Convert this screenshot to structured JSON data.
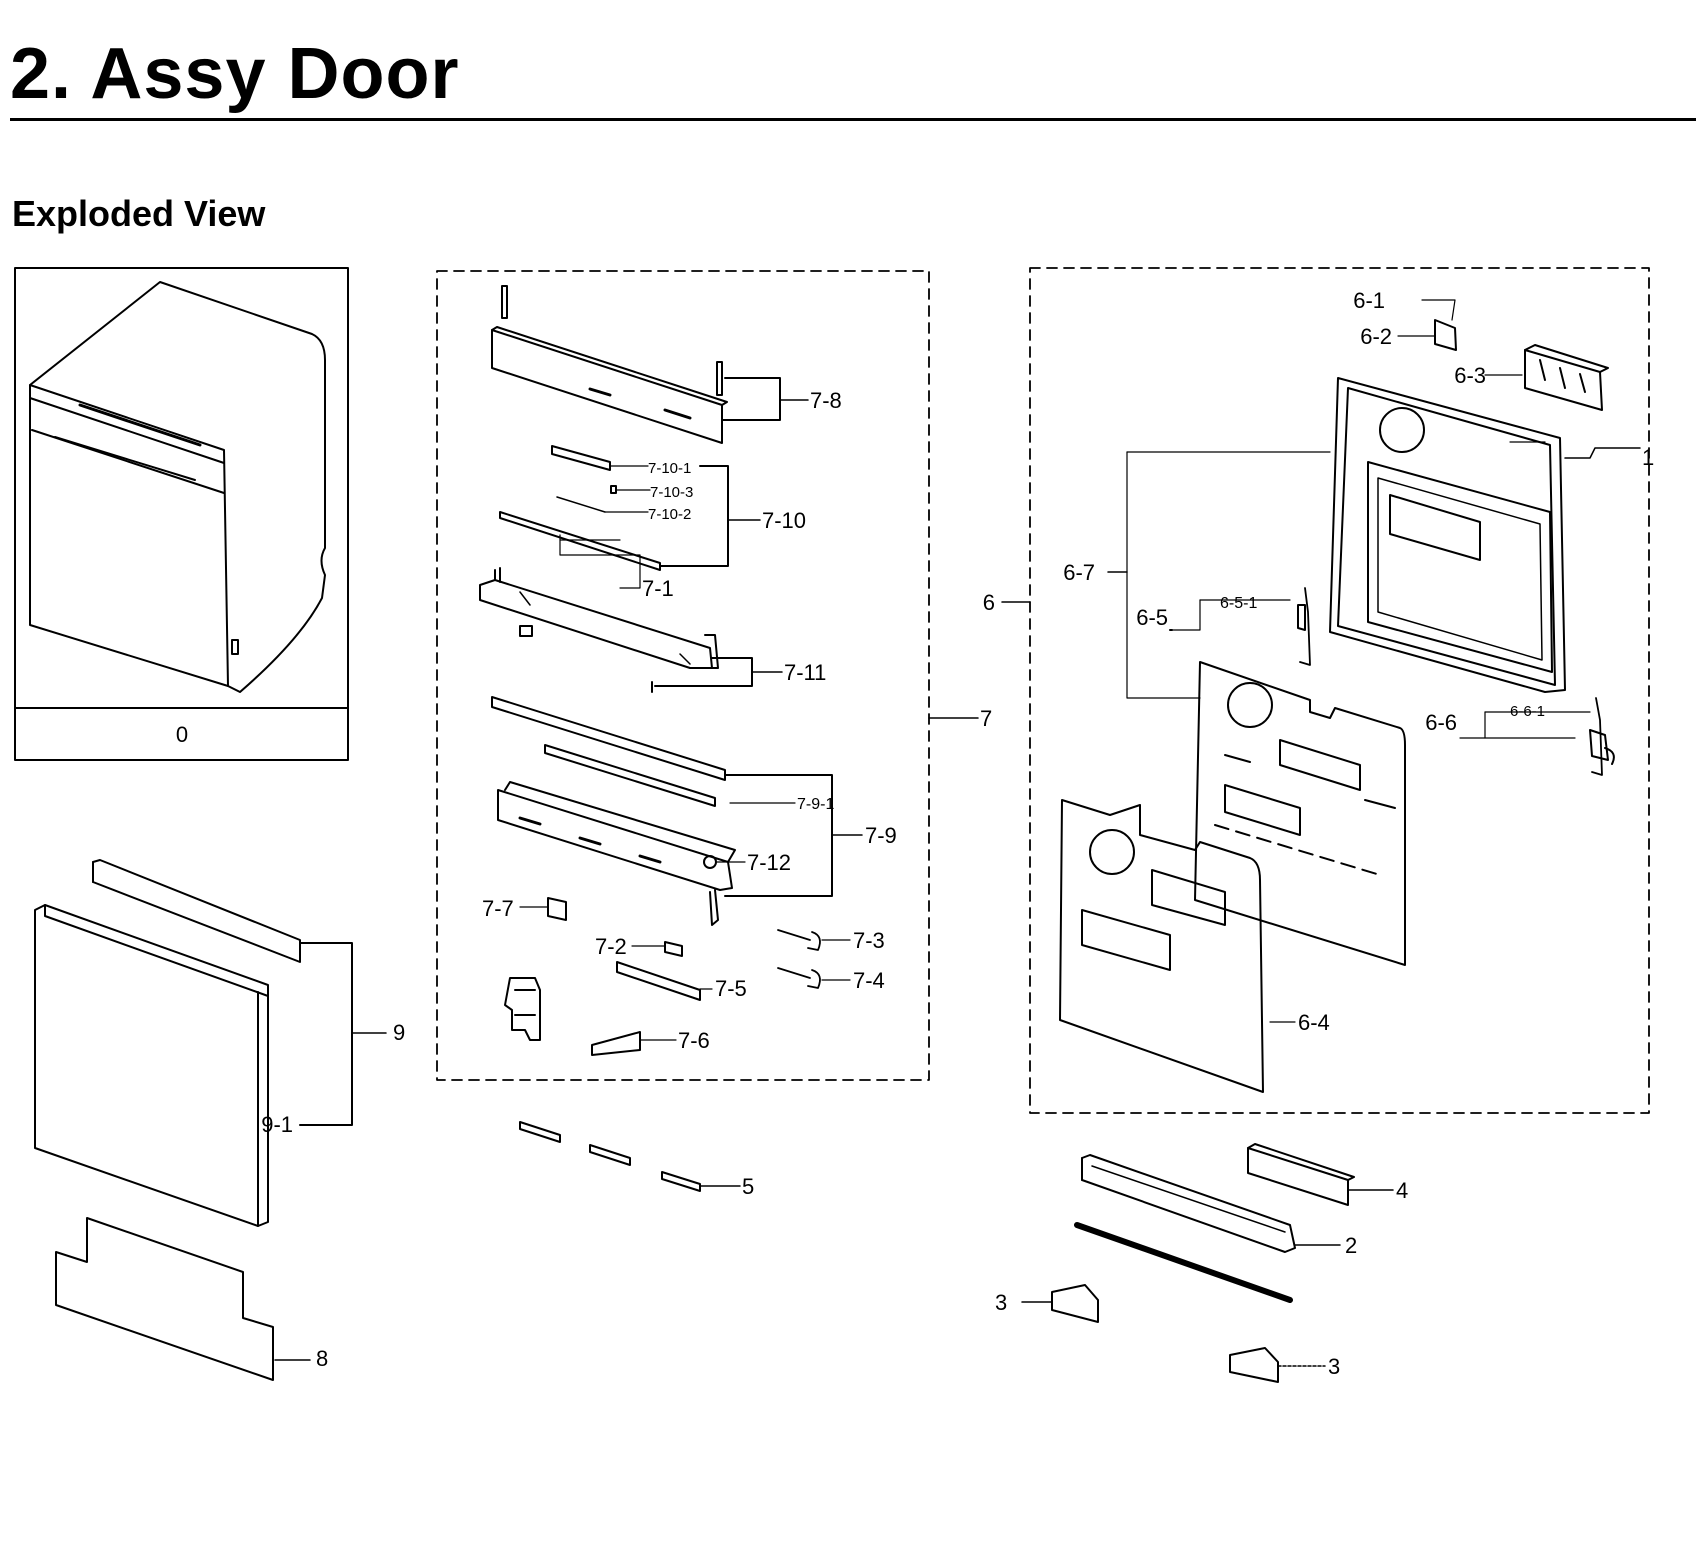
{
  "header": {
    "title": "2.  Assy Door",
    "subtitle": "Exploded View"
  },
  "overview_caption": "0",
  "labels": {
    "l1": "1",
    "l2": "2",
    "l3a": "3",
    "l3b": "3",
    "l4": "4",
    "l5": "5",
    "l6": "6",
    "l6_1": "6-1",
    "l6_2": "6-2",
    "l6_3": "6-3",
    "l6_4": "6-4",
    "l6_5": "6-5",
    "l6_5_1": "6-5-1",
    "l6_6": "6-6",
    "l6_6_1": "6-6-1",
    "l6_7": "6-7",
    "l7": "7",
    "l7_1": "7-1",
    "l7_2": "7-2",
    "l7_3": "7-3",
    "l7_4": "7-4",
    "l7_5": "7-5",
    "l7_6": "7-6",
    "l7_7": "7-7",
    "l7_8": "7-8",
    "l7_9": "7-9",
    "l7_9_1": "7-9-1",
    "l7_10": "7-10",
    "l7_10_1": "7-10-1",
    "l7_10_2": "7-10-2",
    "l7_10_3": "7-10-3",
    "l7_11": "7-11",
    "l7_12": "7-12",
    "l8": "8",
    "l9": "9",
    "l9_1": "9-1"
  }
}
